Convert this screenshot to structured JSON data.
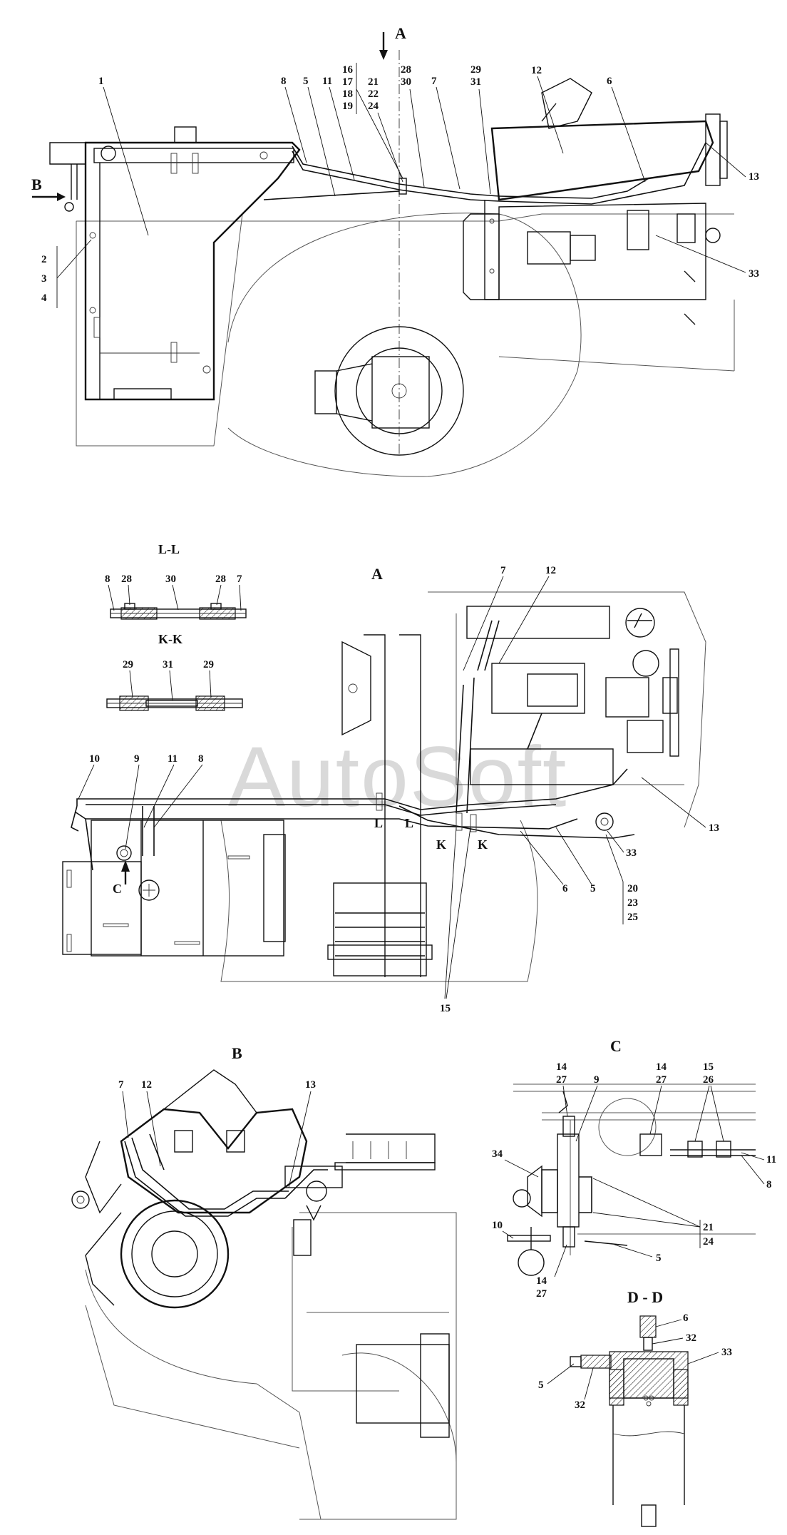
{
  "views": {
    "A_top": "A",
    "B_side": "B",
    "A_title": "A",
    "B_title": "B",
    "C_title": "C",
    "DD_title": "D - D",
    "LL_title": "L-L",
    "KK_title": "K-K",
    "C_marker": "C",
    "L_marker": "L",
    "K_marker": "K"
  },
  "watermark": "AutoSoft",
  "labels": {
    "top": [
      {
        "id": "t1",
        "text": "1"
      },
      {
        "id": "t2",
        "text": "2"
      },
      {
        "id": "t3",
        "text": "3"
      },
      {
        "id": "t4",
        "text": "4"
      },
      {
        "id": "t5",
        "text": "5"
      },
      {
        "id": "t6",
        "text": "6"
      },
      {
        "id": "t7",
        "text": "7"
      },
      {
        "id": "t8",
        "text": "8"
      },
      {
        "id": "t11",
        "text": "11"
      },
      {
        "id": "t12",
        "text": "12"
      },
      {
        "id": "t13",
        "text": "13"
      },
      {
        "id": "t16",
        "text": "16"
      },
      {
        "id": "t17",
        "text": "17"
      },
      {
        "id": "t18",
        "text": "18"
      },
      {
        "id": "t19",
        "text": "19"
      },
      {
        "id": "t21",
        "text": "21"
      },
      {
        "id": "t22",
        "text": "22"
      },
      {
        "id": "t24",
        "text": "24"
      },
      {
        "id": "t28",
        "text": "28"
      },
      {
        "id": "t30",
        "text": "30"
      },
      {
        "id": "t29",
        "text": "29"
      },
      {
        "id": "t31",
        "text": "31"
      },
      {
        "id": "t33",
        "text": "33"
      }
    ],
    "section_a": [
      {
        "id": "a7",
        "text": "7"
      },
      {
        "id": "a12",
        "text": "12"
      },
      {
        "id": "a10",
        "text": "10"
      },
      {
        "id": "a9",
        "text": "9"
      },
      {
        "id": "a11",
        "text": "11"
      },
      {
        "id": "a8",
        "text": "8"
      },
      {
        "id": "a13",
        "text": "13"
      },
      {
        "id": "a33",
        "text": "33"
      },
      {
        "id": "a6",
        "text": "6"
      },
      {
        "id": "a5",
        "text": "5"
      },
      {
        "id": "a20",
        "text": "20"
      },
      {
        "id": "a23",
        "text": "23"
      },
      {
        "id": "a25",
        "text": "25"
      },
      {
        "id": "a15",
        "text": "15"
      }
    ],
    "ll": [
      {
        "id": "l8",
        "text": "8"
      },
      {
        "id": "l28a",
        "text": "28"
      },
      {
        "id": "l30",
        "text": "30"
      },
      {
        "id": "l28b",
        "text": "28"
      },
      {
        "id": "l7",
        "text": "7"
      }
    ],
    "kk": [
      {
        "id": "k29a",
        "text": "29"
      },
      {
        "id": "k31",
        "text": "31"
      },
      {
        "id": "k29b",
        "text": "29"
      }
    ],
    "b": [
      {
        "id": "b7",
        "text": "7"
      },
      {
        "id": "b12",
        "text": "12"
      },
      {
        "id": "b13",
        "text": "13"
      }
    ],
    "c": [
      {
        "id": "c14a",
        "text": "14"
      },
      {
        "id": "c27a",
        "text": "27"
      },
      {
        "id": "c9",
        "text": "9"
      },
      {
        "id": "c14b",
        "text": "14"
      },
      {
        "id": "c27b",
        "text": "27"
      },
      {
        "id": "c15",
        "text": "15"
      },
      {
        "id": "c26",
        "text": "26"
      },
      {
        "id": "c11",
        "text": "11"
      },
      {
        "id": "c8",
        "text": "8"
      },
      {
        "id": "c34",
        "text": "34"
      },
      {
        "id": "c21",
        "text": "21"
      },
      {
        "id": "c24",
        "text": "24"
      },
      {
        "id": "c10",
        "text": "10"
      },
      {
        "id": "c5",
        "text": "5"
      },
      {
        "id": "c14c",
        "text": "14"
      },
      {
        "id": "c27c",
        "text": "27"
      }
    ],
    "dd": [
      {
        "id": "d6",
        "text": "6"
      },
      {
        "id": "d32a",
        "text": "32"
      },
      {
        "id": "d33",
        "text": "33"
      },
      {
        "id": "d5",
        "text": "5"
      },
      {
        "id": "d32b",
        "text": "32"
      }
    ]
  }
}
